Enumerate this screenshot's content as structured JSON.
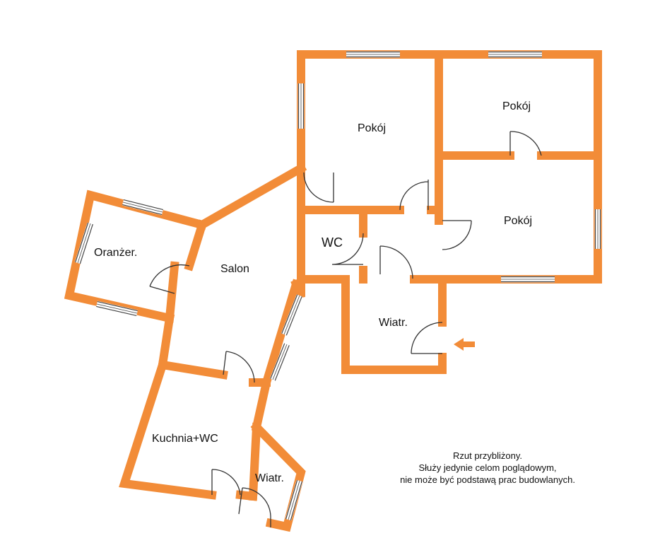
{
  "colors": {
    "wall": "#F28C38",
    "door_swing": "#333333",
    "window_frame": "#444444",
    "entrance_arrow": "#F28C38",
    "background": "#FFFFFF"
  },
  "rooms": {
    "pokoj_top_left": "Pokój",
    "pokoj_top_right": "Pokój",
    "pokoj_middle_right": "Pokój",
    "wc": "WC",
    "wiatrolap_entry": "Wiatr.",
    "salon": "Salon",
    "oranzeria": "Oranżer.",
    "kuchnia_wc": "Kuchnia+WC",
    "wiatrolap_back": "Wiatr."
  },
  "disclaimer": {
    "line1": "Rzut przybliżony.",
    "line2": "Służy jedynie celom poglądowym,",
    "line3": "nie może być podstawą prac budowlanych."
  },
  "entrance_marker": "arrow-left-icon"
}
